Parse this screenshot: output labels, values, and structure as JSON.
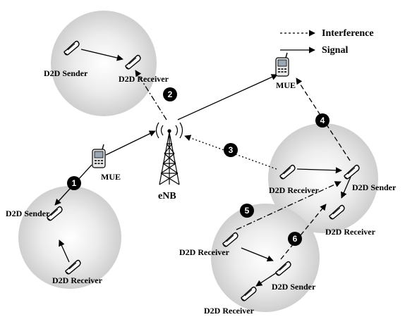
{
  "legend": {
    "interference_label": "Interference",
    "signal_label": "Signal"
  },
  "nodes": {
    "enb_label": "eNB",
    "mue_label": "MUE",
    "d2d_sender_label": "D2D Sender",
    "d2d_receiver_label": "D2D Receiver"
  },
  "markers": [
    "1",
    "2",
    "3",
    "4",
    "5",
    "6"
  ],
  "colors": {
    "cell_fill": "#d9d9d9",
    "line": "#000000",
    "marker_fill": "#000000"
  }
}
